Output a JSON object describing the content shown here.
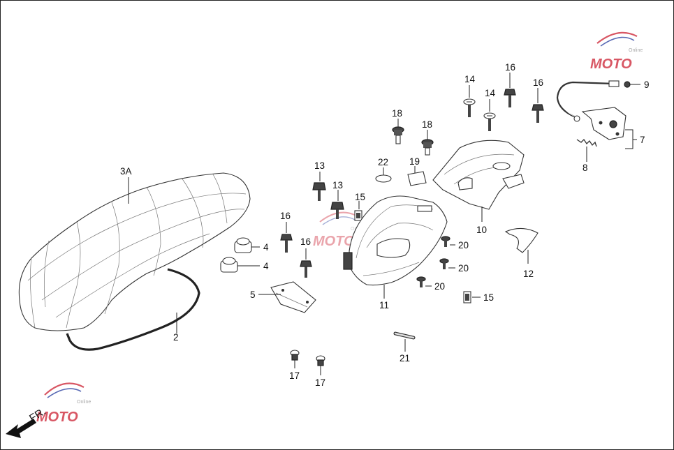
{
  "direction_label": "FR.",
  "watermark": {
    "text_top_right": "MOTO",
    "text_bottom_left": "MOTO",
    "text_center": "MOTO",
    "small_text": "Online",
    "colors": {
      "red": "#d23a4a",
      "blue": "#3b4fa8",
      "gray": "#9a9a9a"
    }
  },
  "callouts": {
    "seat": "3A",
    "seat_gasket": "2",
    "bumper_upper": "4",
    "bumper_lower": "4",
    "plate": "5",
    "helmet_box": "11",
    "tray": "10",
    "cover": "12",
    "lock_assy": "7",
    "spring": "8",
    "cable": "9",
    "clip_center": "15",
    "clip_right": "15",
    "bolt_13_upper": "13",
    "bolt_13_lower": "13",
    "bolt_14_left": "14",
    "bolt_14_right": "14",
    "bolt_16_top": "16",
    "bolt_16_right": "16",
    "bolt_16_left_upper": "16",
    "bolt_16_left_lower": "16",
    "bolt_18_left": "18",
    "bolt_18_right": "18",
    "cap_22": "22",
    "pad_19": "19",
    "screw_20_a": "20",
    "screw_20_b": "20",
    "screw_20_c": "20",
    "nut_17_left": "17",
    "nut_17_right": "17",
    "pin_21": "21"
  }
}
